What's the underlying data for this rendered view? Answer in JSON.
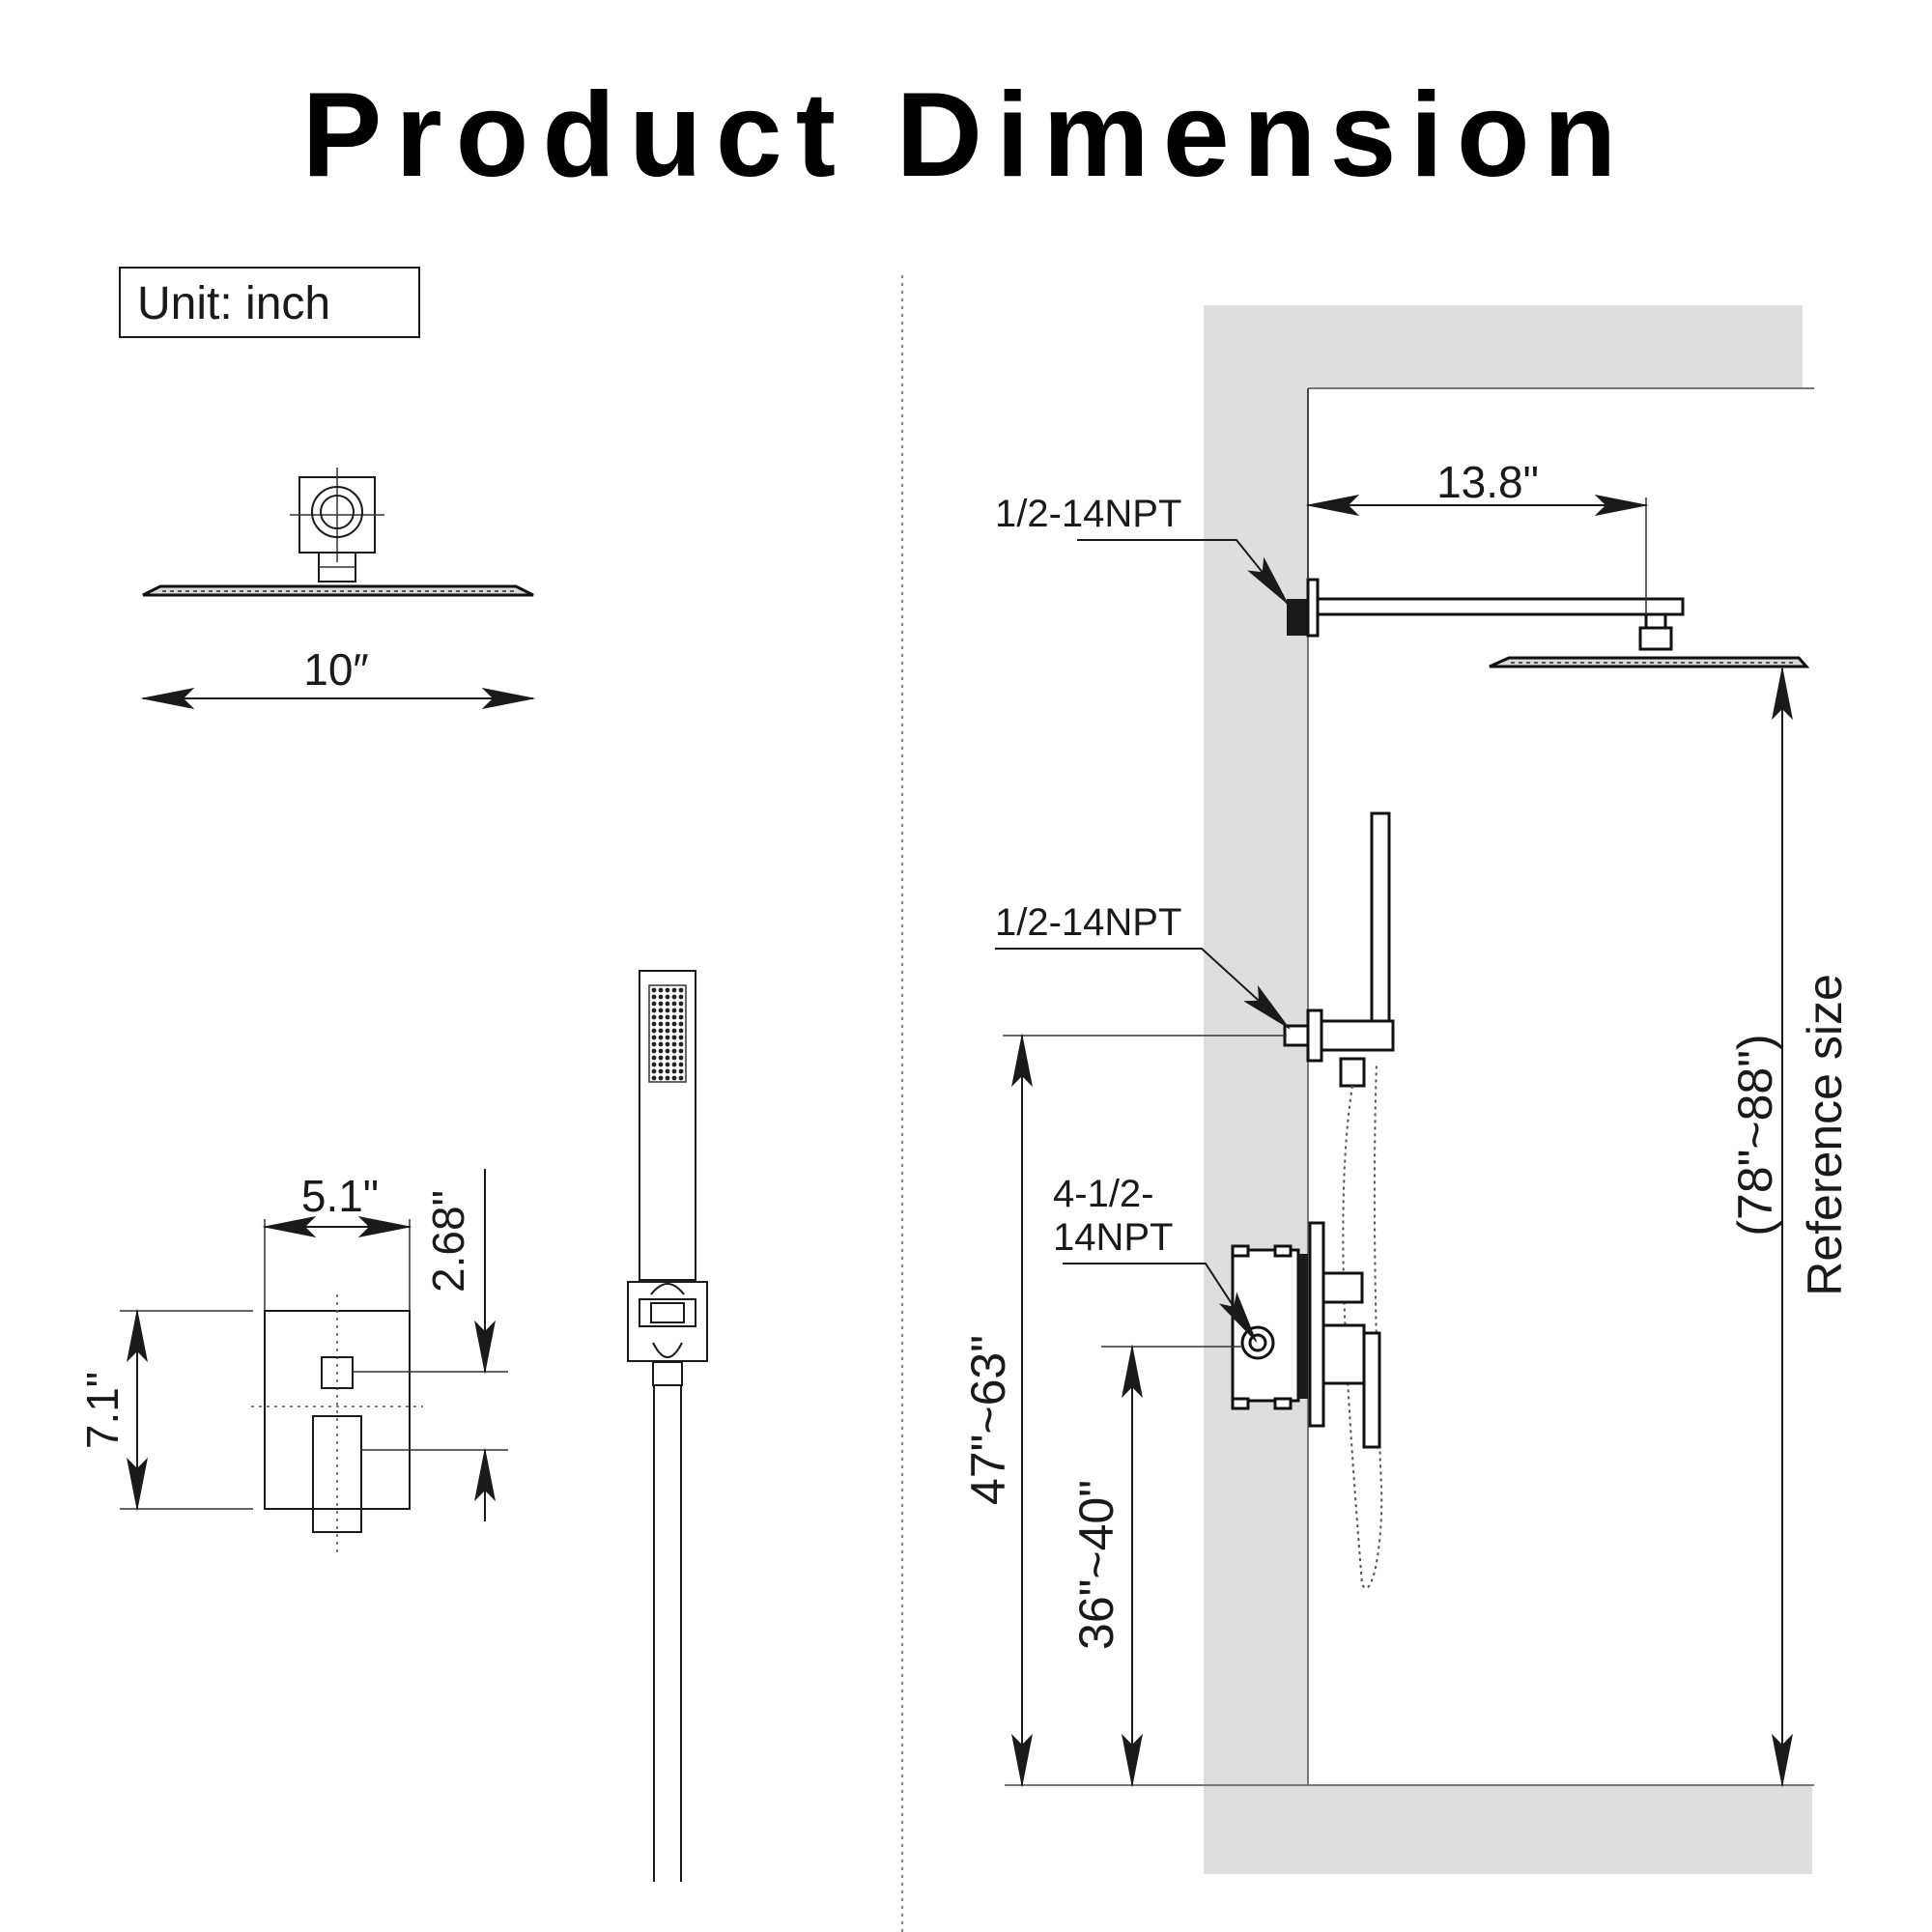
{
  "title": "Product Dimension",
  "unit_label": "Unit:  inch",
  "colors": {
    "wall": "#dedede",
    "line": "#1a1a1a",
    "background": "#ffffff"
  },
  "dimensions": {
    "rain_head_width": "10″",
    "valve_width": "5.1\"",
    "valve_height": "7.1\"",
    "valve_offset": "2.68\"",
    "arm_length": "13.8\"",
    "hand_shower_height": "47\"~63\"",
    "valve_height_from_floor": "36\"~40\"",
    "head_height_range": "(78\"~88\")",
    "reference_size": "Reference size"
  },
  "connections": {
    "shower_arm": "1/2-14NPT",
    "hand_shower_elbow": "1/2-14NPT",
    "valve_line1": "4-1/2-",
    "valve_line2": "14NPT"
  }
}
